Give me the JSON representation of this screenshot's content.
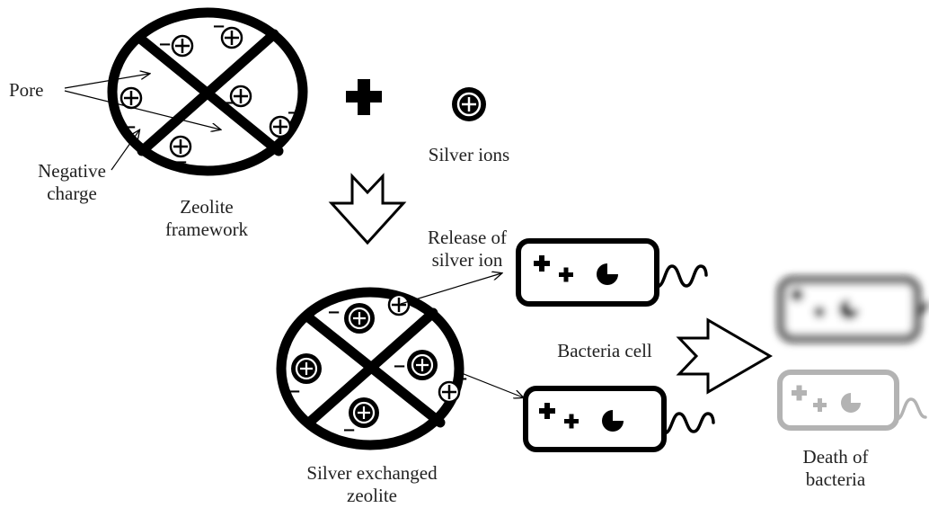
{
  "labels": {
    "pore": "Pore",
    "negative_charge_line1": "Negative",
    "negative_charge_line2": "charge",
    "zeolite_framework_line1": "Zeolite",
    "zeolite_framework_line2": "framework",
    "silver_ions": "Silver ions",
    "release_line1": "Release of",
    "release_line2": "silver ion",
    "bacteria_cell": "Bacteria cell",
    "silver_exchanged_line1": "Silver exchanged",
    "silver_exchanged_line2": "zeolite",
    "death_line1": "Death of",
    "death_line2": "bacteria"
  },
  "symbols": {
    "plus": "+",
    "negative": "−"
  },
  "colors": {
    "ink": "#000000",
    "text": "#222222",
    "dead_cell": "#b3b3b3",
    "background": "#ffffff"
  }
}
